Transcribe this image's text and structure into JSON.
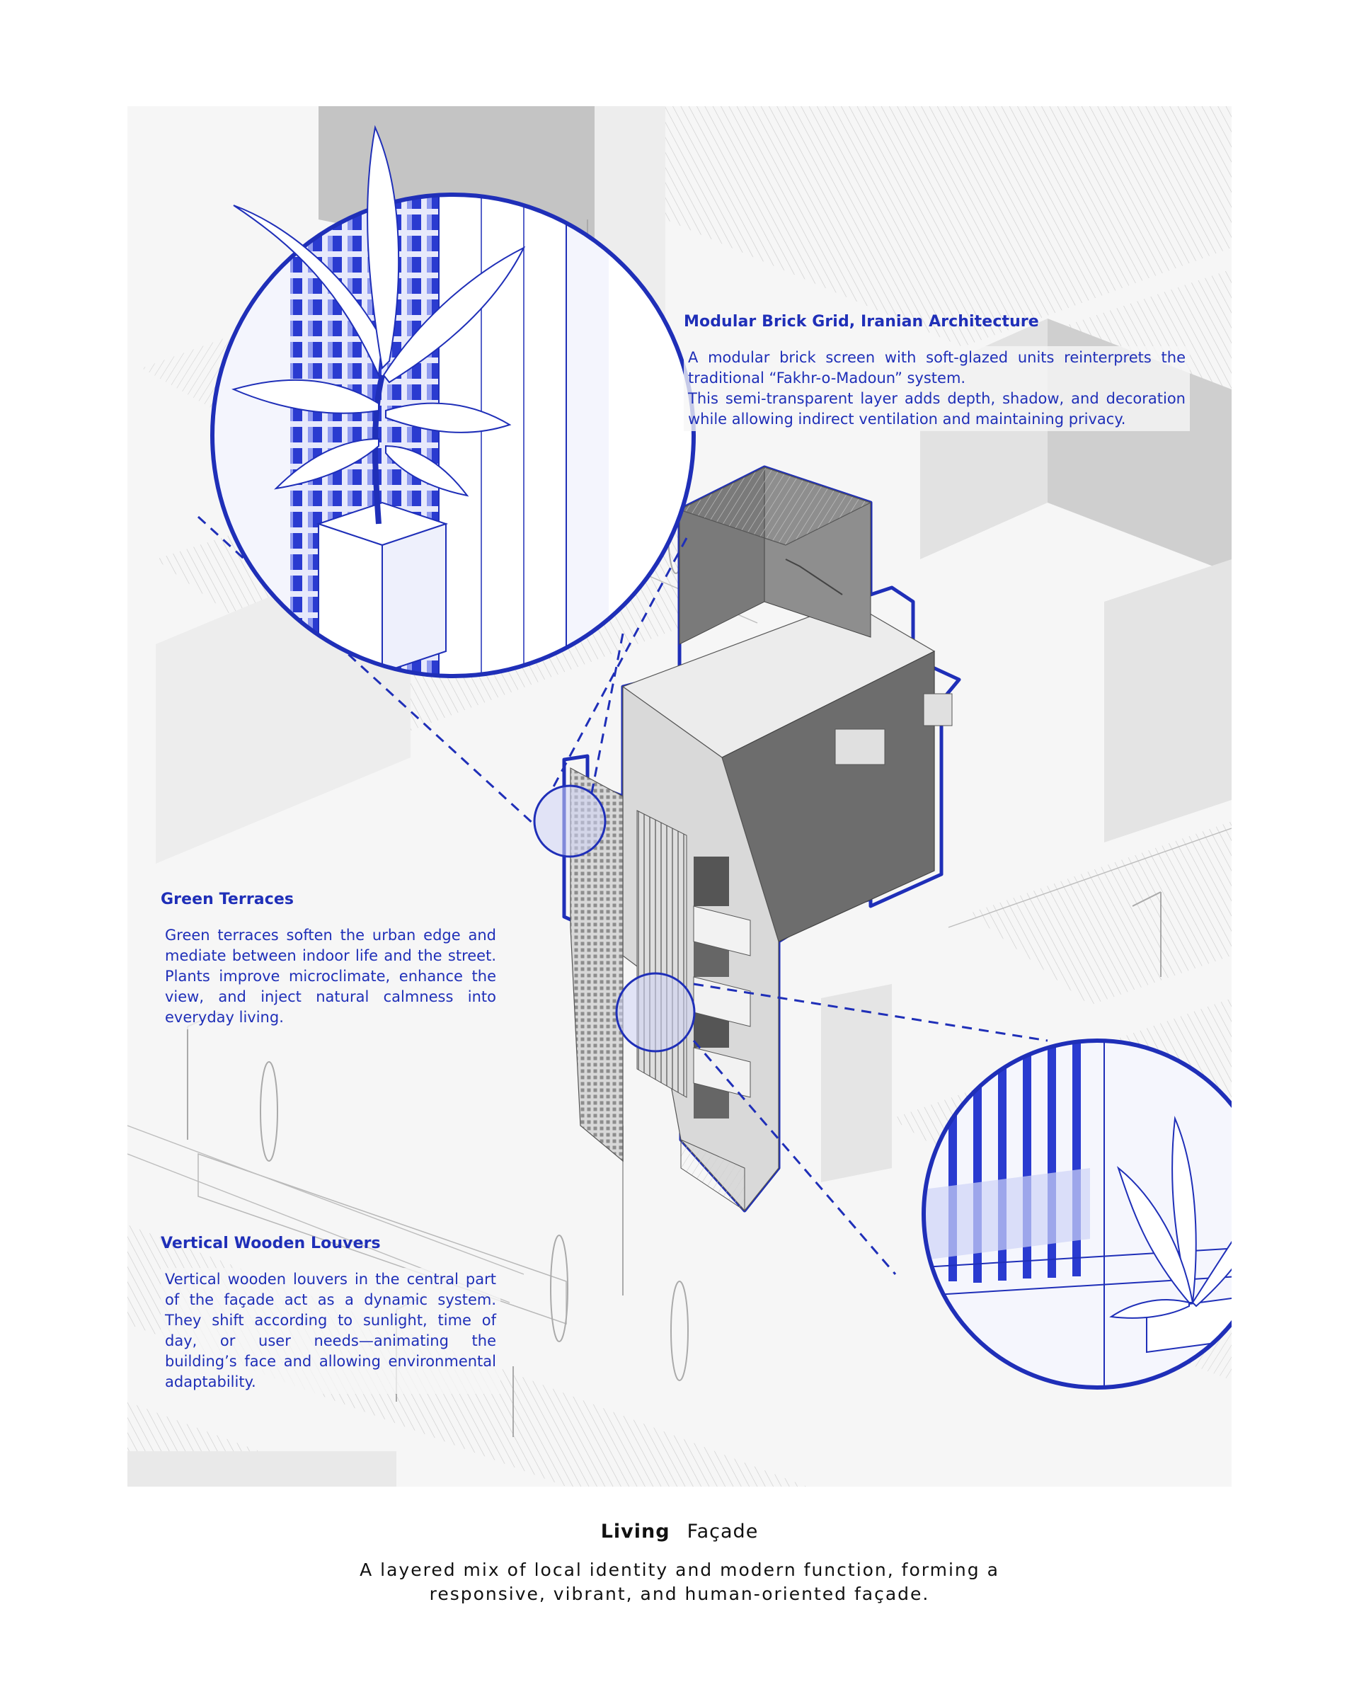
{
  "annotations": {
    "brick": {
      "title": "Modular Brick Grid, Iranian Architecture",
      "body": "A modular brick screen with soft-glazed units reinterprets the traditional “Fakhr-o-Madoun” system.\nThis semi-transparent layer adds depth, shadow, and decoration while allowing indirect ventilation and maintaining privacy."
    },
    "terraces": {
      "title": "Green Terraces",
      "body": "Green terraces soften the urban edge and mediate between indoor life and the street. Plants improve microclimate, enhance the view, and inject natural calmness into everyday living."
    },
    "louvers": {
      "title": "Vertical Wooden Louvers",
      "body": "Vertical wooden louvers in the central part of the façade act as a dynamic system. They shift according to sunlight, time of day, or user needs—animating the building’s face and allowing environmental adaptability."
    }
  },
  "caption": {
    "title_bold": "Living",
    "title_rest": "Façade",
    "subtitle": "A layered mix of local identity and modern function, forming a responsive, vibrant, and human-oriented façade."
  },
  "colors": {
    "accent": "#1f2fb8",
    "wall_dark": "#6b6b6b",
    "background": "#f6f6f6"
  }
}
